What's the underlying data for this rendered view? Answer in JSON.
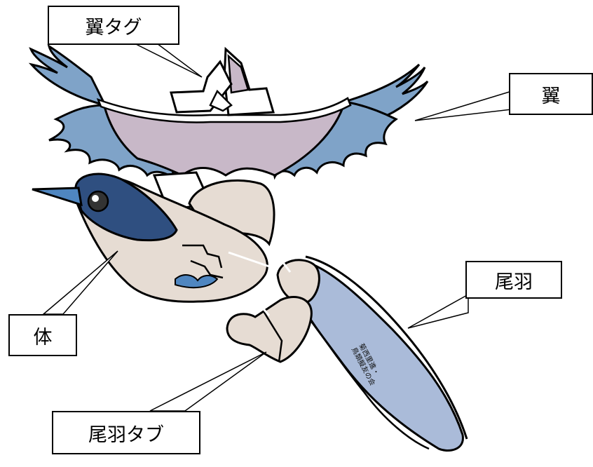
{
  "labels": {
    "wing_tag": "翼タグ",
    "wing": "翼",
    "body": "体",
    "tail": "尾羽",
    "tail_tab": "尾羽タブ"
  },
  "tail_print": {
    "line1": "菊西里進・",
    "line2": "鳥類擬友の会"
  },
  "colors": {
    "wing_blue": "#7fa3c8",
    "wing_mauve": "#c8b8c8",
    "head_navy": "#2f4f80",
    "beak_blue": "#4f86c0",
    "body_cream": "#e6dcd3",
    "tail_blue": "#aabbd9",
    "outline": "#000000"
  }
}
